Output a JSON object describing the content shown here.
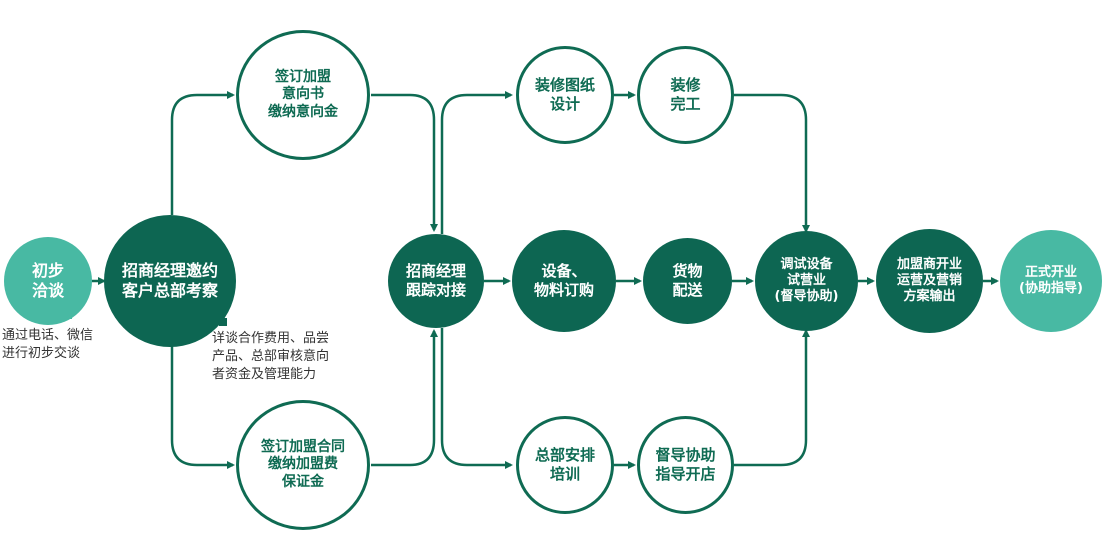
{
  "colors": {
    "dark": "#0d6652",
    "line": "#0f6b53",
    "light": "#48b9a3"
  },
  "nodes": {
    "initial_talk": "初步\n洽谈",
    "invite_visit": "招商经理邀约\n客户总部考察",
    "sign_intent": "签订加盟\n意向书\n缴纳意向金",
    "sign_contract": "签订加盟合同\n缴纳加盟费\n保证金",
    "follow_up": "招商经理\n跟踪对接",
    "design": "装修图纸\n设计",
    "renovation_done": "装修\n完工",
    "equipment_order": "设备、\n物料订购",
    "delivery": "货物\n配送",
    "training": "总部安排\n培训",
    "supervise_open": "督导协助\n指导开店",
    "trial_run": "调试设备\n试营业\n(督导协助)",
    "marketing_plan": "加盟商开业\n运营及营销\n方案输出",
    "grand_opening": "正式开业\n(协助指导)"
  },
  "notes": {
    "initial_talk_note": "通过电话、微信\n进行初步交谈",
    "visit_note": "详谈合作费用、品尝\n产品、总部审核意向\n者资金及管理能力"
  }
}
